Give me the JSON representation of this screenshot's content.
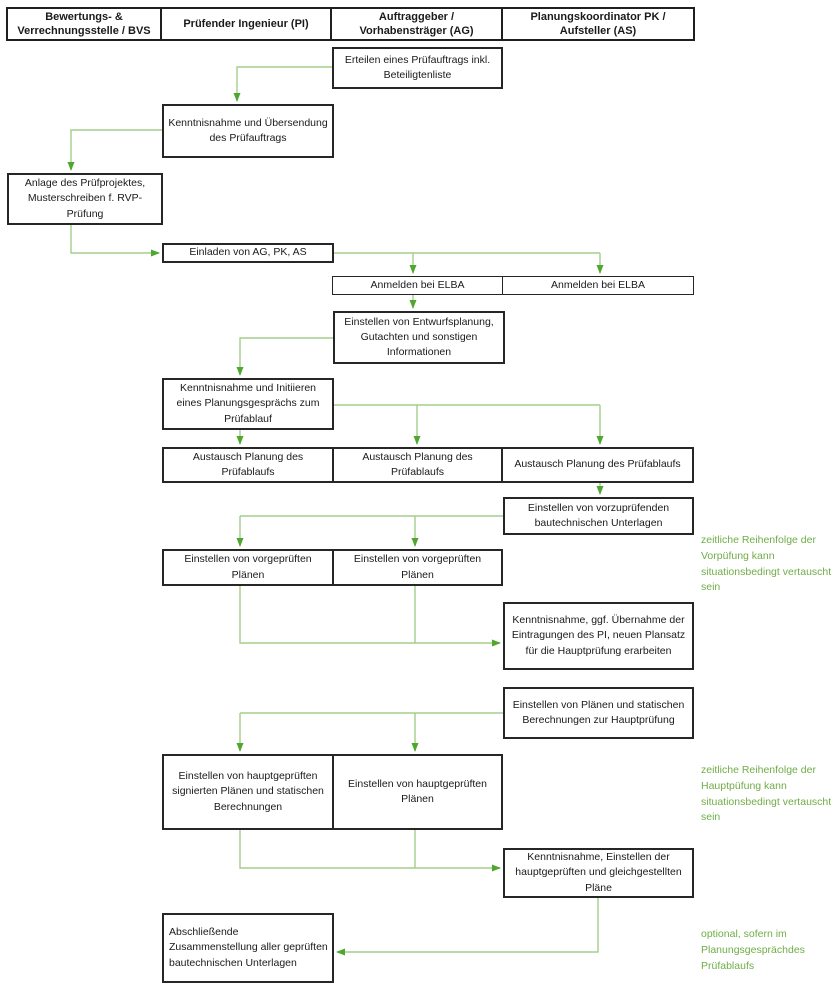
{
  "columns": [
    {
      "id": "bvs",
      "label": "Bewertungs- & Verrechnungsstelle / BVS"
    },
    {
      "id": "pi",
      "label": "Prüfender Ingenieur (PI)"
    },
    {
      "id": "ag",
      "label": "Auftraggeber / Vorhabensträger (AG)"
    },
    {
      "id": "pk_as",
      "label": "Planungskoordinator PK / Aufsteller (AS)"
    }
  ],
  "boxes": {
    "erteilen": {
      "label": "Erteilen eines Prüfauftrags inkl. Beteiligtenliste",
      "column": "ag"
    },
    "kenntnis_uebersendung": {
      "label": "Kenntnisnahme und Übersendung des Prüfauftrags",
      "column": "pi"
    },
    "anlage": {
      "label": "Anlage des Prüfprojektes, Musterschreiben f. RVP-Prüfung",
      "column": "bvs"
    },
    "einladen": {
      "label": "Einladen von AG, PK, AS",
      "column": "pi"
    },
    "anmelden_ag": {
      "label": "Anmelden bei ELBA",
      "column": "ag"
    },
    "anmelden_pk": {
      "label": "Anmelden bei ELBA",
      "column": "pk_as"
    },
    "einstellen_entwurf": {
      "label": "Einstellen von Entwurfsplanung, Gutachten und sonstigen Informationen",
      "column": "ag"
    },
    "kenntnis_initiieren": {
      "label": "Kenntnisnahme und Initiieren eines Planungsgesprächs zum Prüfablauf",
      "column": "pi"
    },
    "austausch_pi": {
      "label": "Austausch Planung des Prüfablaufs",
      "column": "pi"
    },
    "austausch_ag": {
      "label": "Austausch Planung des Prüfablaufs",
      "column": "ag"
    },
    "austausch_pk": {
      "label": "Austausch Planung des Prüfablaufs",
      "column": "pk_as"
    },
    "vorzupruefende": {
      "label": "Einstellen von vorzuprüfenden bautechnischen Unterlagen",
      "column": "pk_as"
    },
    "vorgeprueft_pi": {
      "label": "Einstellen von vorgeprüften Plänen",
      "column": "pi"
    },
    "vorgeprueft_ag": {
      "label": "Einstellen von vorgeprüften Plänen",
      "column": "ag"
    },
    "uebernahme": {
      "label": "Kenntnisnahme, ggf. Übernahme der Eintragungen des PI, neuen Plansatz für die Hauptprüfung erarbeiten",
      "column": "pk_as"
    },
    "plaene_hauptpruefung": {
      "label": "Einstellen von Plänen und statischen Berechnungen zur Hauptprüfung",
      "column": "pk_as"
    },
    "hauptgeprueft_pi": {
      "label": "Einstellen von hauptgeprüften signierten Plänen und statischen Berechnungen",
      "column": "pi"
    },
    "hauptgeprueft_ag": {
      "label": "Einstellen von hauptgeprüften Plänen",
      "column": "ag"
    },
    "kenntnis_hauptgeprueft": {
      "label": "Kenntnisnahme, Einstellen der hauptgeprüften und gleichgestellten Pläne",
      "column": "pk_as"
    },
    "abschluss": {
      "label": "Abschließende Zusammenstellung aller geprüften bautechnischen Unterlagen",
      "column": "pi"
    }
  },
  "annotations": {
    "vorpruefung": {
      "label": "zeitliche Reihenfolge der Vorpüfung kann situationsbedingt vertauscht sein"
    },
    "hauptpruefung": {
      "label": "zeitliche Reihenfolge der Hauptpüfung kann situationsbedingt vertauscht sein"
    },
    "optional": {
      "label": "optional, sofern im Planungsgesprächdes Prüfablaufs"
    }
  },
  "colors": {
    "connector_line": "#A3CD8B",
    "arrowhead": "#4EA72E",
    "annotation_text": "#70AD47",
    "box_border": "#262626",
    "text": "#1A1A1A"
  }
}
